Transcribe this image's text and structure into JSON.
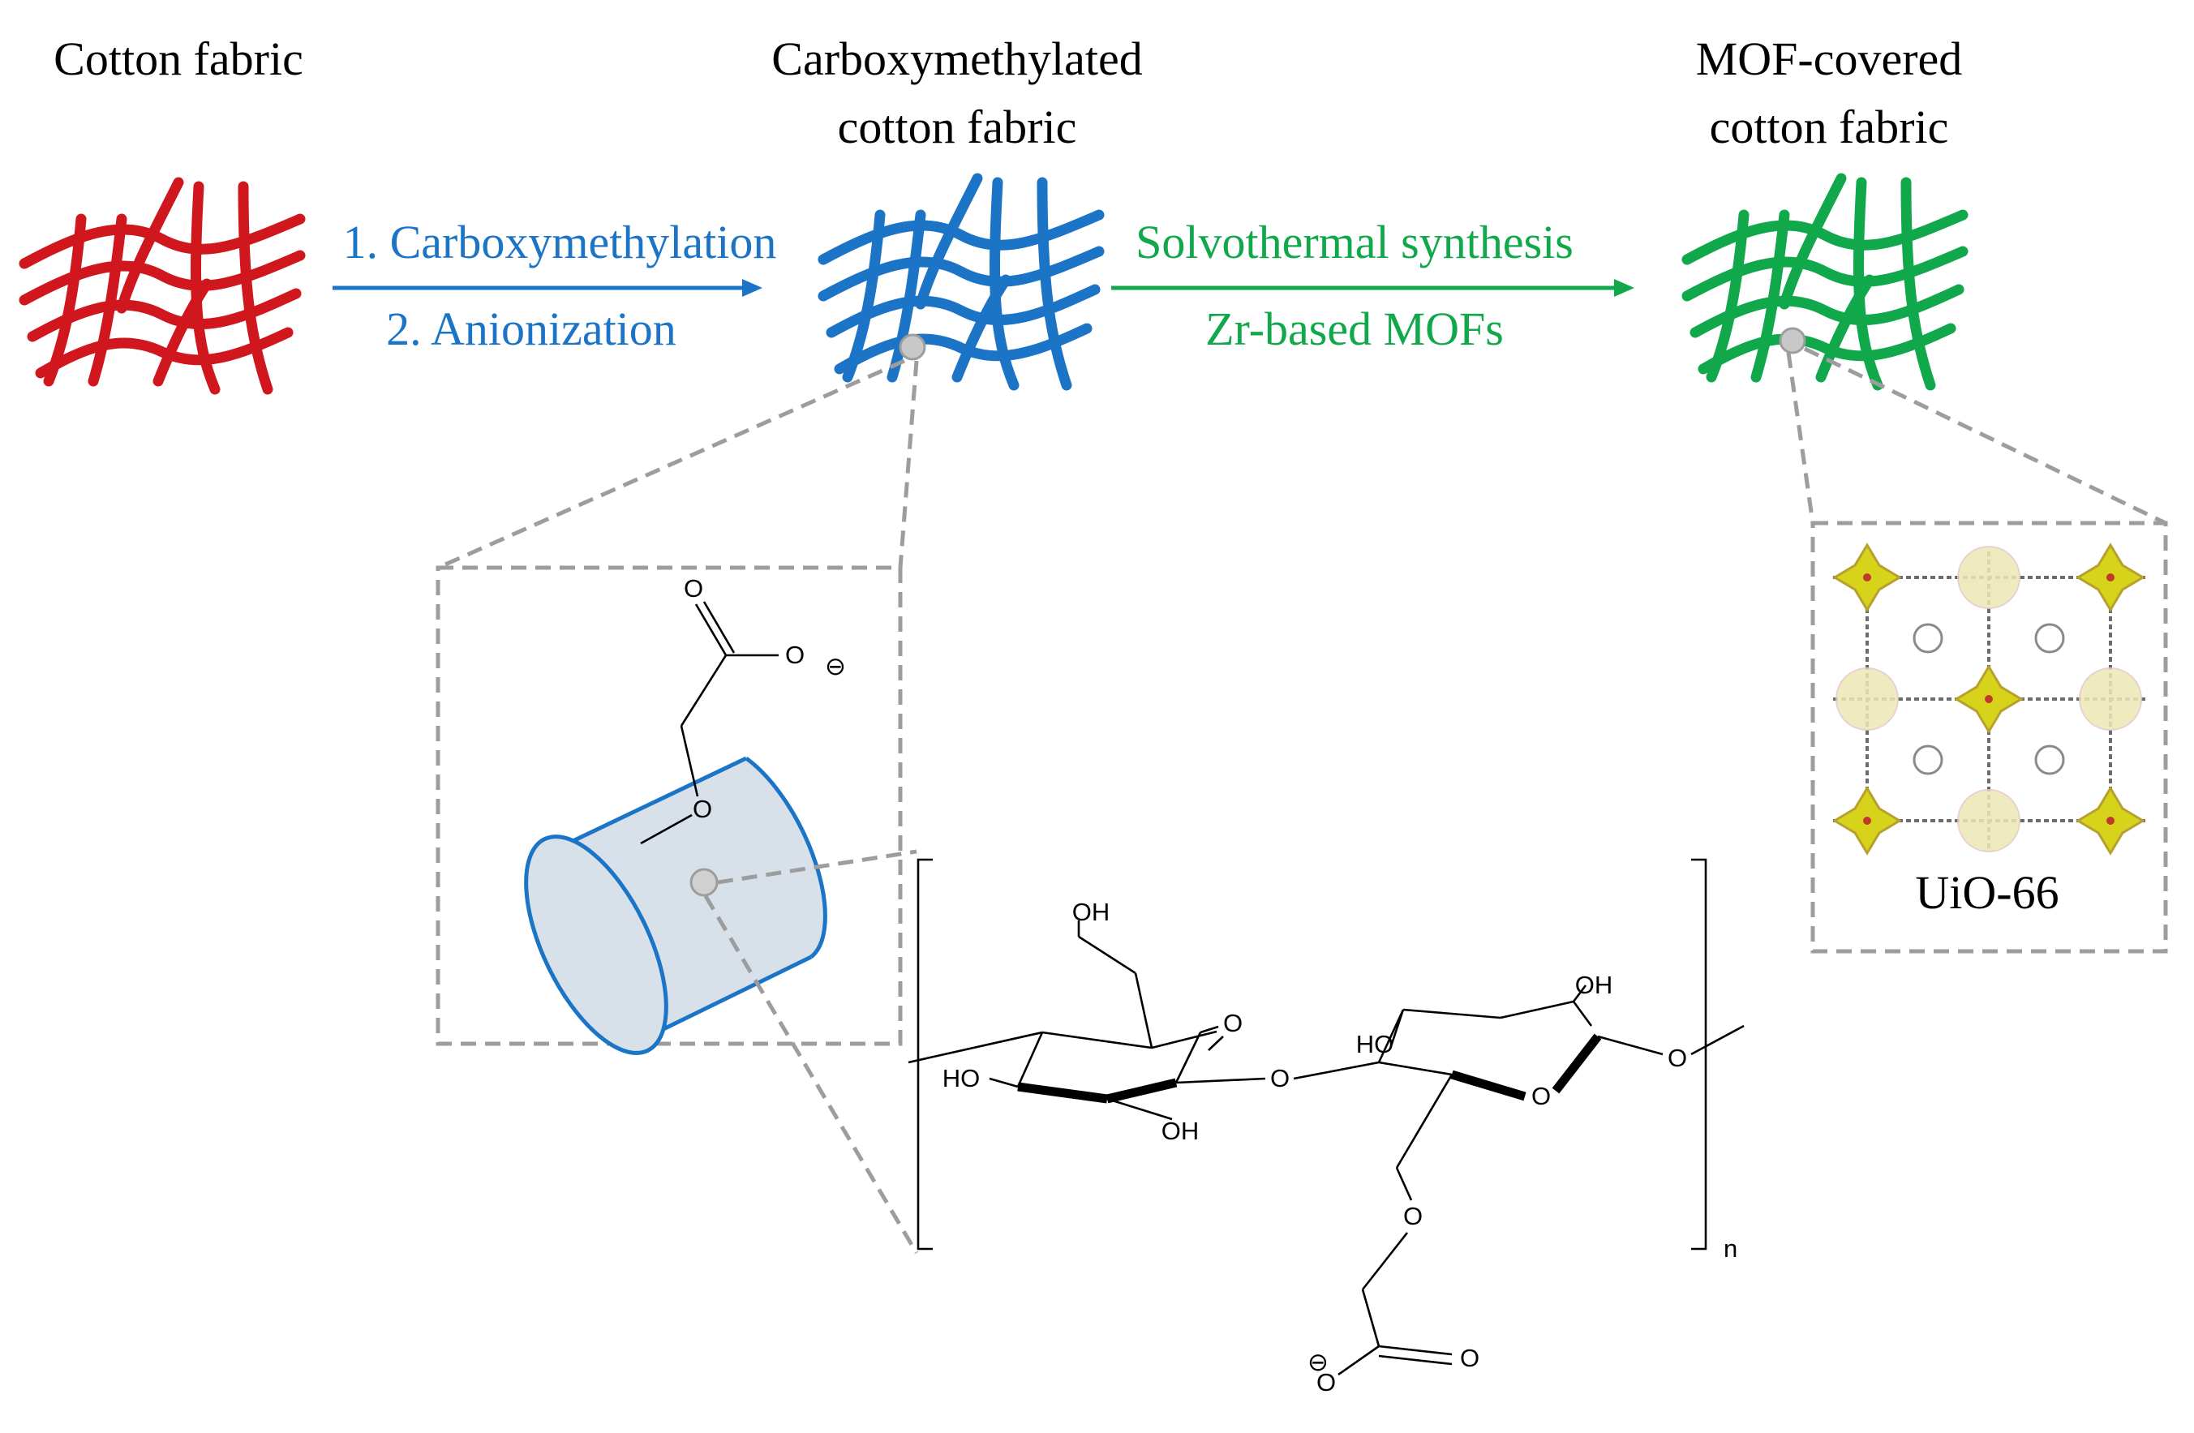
{
  "stages": [
    {
      "label_line1": "Cotton fabric",
      "label_line2": "",
      "color": "#d0171d"
    },
    {
      "label_line1": "Carboxymethylated",
      "label_line2": "cotton fabric",
      "color": "#1b74c6"
    },
    {
      "label_line1": "MOF-covered",
      "label_line2": "cotton fabric",
      "color": "#10a84a"
    }
  ],
  "steps": [
    {
      "line1": "1. Carboxymethylation",
      "line2": "2. Anionization",
      "color": "#1b74c6"
    },
    {
      "line1": "Solvothermal synthesis",
      "line2": "Zr-based MOFs",
      "color": "#10a84a"
    }
  ],
  "mof": {
    "label": "UiO-66"
  },
  "chem_labels": {
    "oh": "OH",
    "ho": "HO",
    "o": "O",
    "repeat": "n",
    "charge": "⊖"
  },
  "colors": {
    "dash": "#9d9d9d",
    "cylinder_fill": "#d8e1ea",
    "cylinder_stroke": "#1b74c6",
    "zr_cluster": "#d7d21a"
  }
}
